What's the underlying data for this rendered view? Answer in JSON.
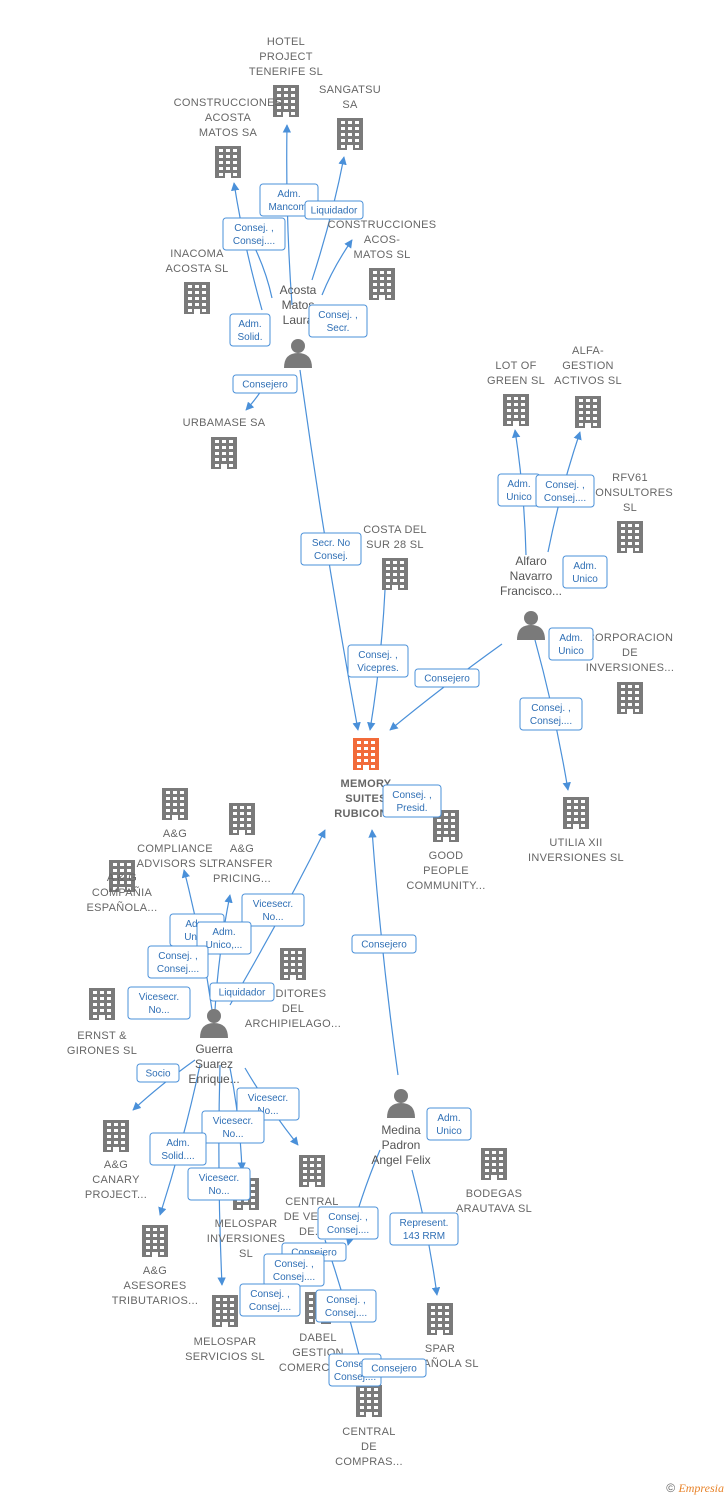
{
  "colors": {
    "edge": "#4a90d9",
    "building": "#7a7a7a",
    "main_building": "#f26b3a",
    "person": "#7a7a7a"
  },
  "companies": [
    {
      "id": "hotel",
      "lines": [
        "HOTEL",
        "PROJECT",
        "TENERIFE  SL"
      ]
    },
    {
      "id": "sangatsu",
      "lines": [
        "SANGATSU",
        "SA"
      ]
    },
    {
      "id": "constr_acosta",
      "lines": [
        "CONSTRUCCIONES",
        "ACOSTA",
        "MATOS SA"
      ]
    },
    {
      "id": "constr_acos",
      "lines": [
        "CONSTRUCCIONES",
        "ACOS-",
        "MATOS SL"
      ]
    },
    {
      "id": "inacoma",
      "lines": [
        "INACOMA",
        "ACOSTA  SL"
      ]
    },
    {
      "id": "urbamase",
      "lines": [
        "URBAMASE SA"
      ]
    },
    {
      "id": "lotofgreen",
      "lines": [
        "LOT OF",
        "GREEN SL"
      ]
    },
    {
      "id": "alfa",
      "lines": [
        "ALFA-",
        "GESTION",
        "ACTIVOS SL"
      ]
    },
    {
      "id": "rfv61",
      "lines": [
        "RFV61",
        "CONSULTORES",
        "SL"
      ]
    },
    {
      "id": "costadelsur",
      "lines": [
        "COSTA DEL",
        "SUR 28  SL"
      ]
    },
    {
      "id": "corporacion",
      "lines": [
        "CORPORACION",
        "DE",
        "INVERSIONES..."
      ]
    },
    {
      "id": "memory",
      "lines": [
        "MEMORY",
        "SUITES",
        "RUBICON..."
      ]
    },
    {
      "id": "goodpeople",
      "lines": [
        "GOOD",
        "PEOPLE",
        "COMMUNITY..."
      ]
    },
    {
      "id": "utilia",
      "lines": [
        "UTILIA XII",
        "INVERSIONES SL"
      ]
    },
    {
      "id": "ag_compliance",
      "lines": [
        "A&G",
        "COMPLIANCE",
        "ADVISORS  SL"
      ]
    },
    {
      "id": "ag_transfer",
      "lines": [
        "A&G",
        "TRANSFER",
        "PRICING..."
      ]
    },
    {
      "id": "ag_compania",
      "lines": [
        "A & G",
        "COMPAÑIA",
        "ESPAÑOLA..."
      ]
    },
    {
      "id": "auditores",
      "lines": [
        "AUDITORES",
        "DEL",
        "ARCHIPIELAGO..."
      ]
    },
    {
      "id": "ernst",
      "lines": [
        "ERNST &",
        "GIRONES SL"
      ]
    },
    {
      "id": "ag_canary",
      "lines": [
        "A&G",
        "CANARY",
        "PROJECT..."
      ]
    },
    {
      "id": "ag_asesores",
      "lines": [
        "A&G",
        "ASESORES",
        "TRIBUTARIOS..."
      ]
    },
    {
      "id": "melospar_inv",
      "lines": [
        "MELOSPAR",
        "INVERSIONES",
        "SL"
      ]
    },
    {
      "id": "melospar_serv",
      "lines": [
        "MELOSPAR",
        "SERVICIOS  SL"
      ]
    },
    {
      "id": "central_venta",
      "lines": [
        "CENTRAL",
        "DE VENTA",
        "DE..."
      ]
    },
    {
      "id": "dabel",
      "lines": [
        "DABEL",
        "GESTION",
        "COMERCIAL..."
      ]
    },
    {
      "id": "bodegas",
      "lines": [
        "BODEGAS",
        "ARAUTAVA  SL"
      ]
    },
    {
      "id": "spar",
      "lines": [
        "SPAR",
        "ESPAÑOLA SL"
      ]
    },
    {
      "id": "central_compras",
      "lines": [
        "CENTRAL",
        "DE",
        "COMPRAS..."
      ]
    }
  ],
  "persons": [
    {
      "id": "acosta",
      "lines": [
        "Acosta",
        "Matos",
        "Laura"
      ]
    },
    {
      "id": "alfaro",
      "lines": [
        "Alfaro",
        "Navarro",
        "Francisco..."
      ]
    },
    {
      "id": "guerra",
      "lines": [
        "Guerra",
        "Suarez",
        "Enrique..."
      ]
    },
    {
      "id": "medina",
      "lines": [
        "Medina",
        "Padron",
        "Angel Felix"
      ]
    }
  ],
  "edge_labels": [
    {
      "id": "e1",
      "lines": [
        "Adm.",
        "Mancom."
      ]
    },
    {
      "id": "e2",
      "lines": [
        "Liquidador"
      ]
    },
    {
      "id": "e3",
      "lines": [
        "Consej. ,",
        "Consej...."
      ]
    },
    {
      "id": "e4",
      "lines": [
        "Consej. ,",
        "Secr."
      ]
    },
    {
      "id": "e5",
      "lines": [
        "Adm.",
        "Solid."
      ]
    },
    {
      "id": "e6",
      "lines": [
        "Consejero"
      ]
    },
    {
      "id": "e7",
      "lines": [
        "Adm.",
        "Unico"
      ]
    },
    {
      "id": "e8",
      "lines": [
        "Consej. ,",
        "Consej...."
      ]
    },
    {
      "id": "e9",
      "lines": [
        "Adm.",
        "Unico"
      ]
    },
    {
      "id": "e10",
      "lines": [
        "Adm.",
        "Unico"
      ]
    },
    {
      "id": "e11",
      "lines": [
        "Secr.  No",
        "Consej."
      ]
    },
    {
      "id": "e12",
      "lines": [
        "Consej. ,",
        "Vicepres."
      ]
    },
    {
      "id": "e13",
      "lines": [
        "Consejero"
      ]
    },
    {
      "id": "e14",
      "lines": [
        "Consej. ,",
        "Consej...."
      ]
    },
    {
      "id": "e15",
      "lines": [
        "Consej. ,",
        "Presid."
      ]
    },
    {
      "id": "e16",
      "lines": [
        "Consejero"
      ]
    },
    {
      "id": "e17",
      "lines": [
        "Vicesecr.",
        "No..."
      ]
    },
    {
      "id": "e18",
      "lines": [
        "Adm.",
        "Unico"
      ]
    },
    {
      "id": "e19",
      "lines": [
        "Adm.",
        "Unico,..."
      ]
    },
    {
      "id": "e20",
      "lines": [
        "Consej. ,",
        "Consej...."
      ]
    },
    {
      "id": "e21",
      "lines": [
        "Vicesecr.",
        "No..."
      ]
    },
    {
      "id": "e22",
      "lines": [
        "Liquidador"
      ]
    },
    {
      "id": "e23",
      "lines": [
        "Socio"
      ]
    },
    {
      "id": "e24",
      "lines": [
        "Vicesecr.",
        "No..."
      ]
    },
    {
      "id": "e25",
      "lines": [
        "Vicesecr.",
        "No..."
      ]
    },
    {
      "id": "e26",
      "lines": [
        "Adm.",
        "Solid...."
      ]
    },
    {
      "id": "e27",
      "lines": [
        "Vicesecr.",
        "No..."
      ]
    },
    {
      "id": "e28",
      "lines": [
        "Adm.",
        "Unico"
      ]
    },
    {
      "id": "e29",
      "lines": [
        "Consej. ,",
        "Consej...."
      ]
    },
    {
      "id": "e30",
      "lines": [
        "Represent.",
        "143 RRM"
      ]
    },
    {
      "id": "e31",
      "lines": [
        "Consejero"
      ]
    },
    {
      "id": "e32",
      "lines": [
        "Consej. ,",
        "Consej...."
      ]
    },
    {
      "id": "e33",
      "lines": [
        "Consej. ,",
        "Consej...."
      ]
    },
    {
      "id": "e34",
      "lines": [
        "Consej. ,",
        "Consej...."
      ]
    },
    {
      "id": "e35",
      "lines": [
        "Consej. ,",
        "Consej...."
      ]
    },
    {
      "id": "e36",
      "lines": [
        "Consejero"
      ]
    }
  ],
  "footer": {
    "copyright": "©",
    "brand": "Empresia"
  }
}
